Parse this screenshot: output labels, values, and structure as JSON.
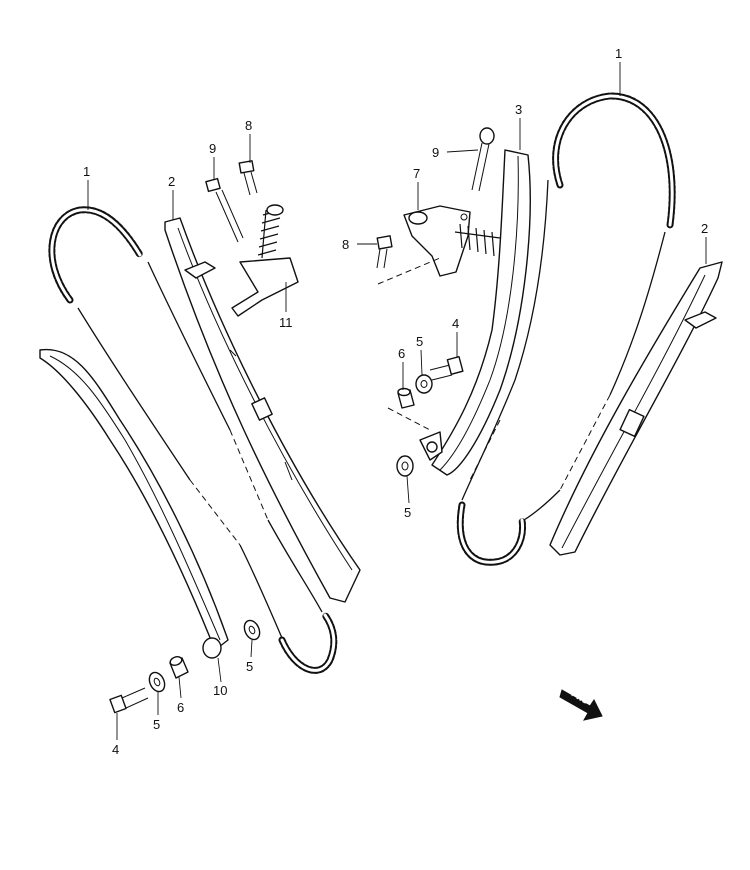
{
  "callouts": {
    "left_chain": "1",
    "left_rear_guide": "2",
    "left_bolt_9": "9",
    "left_bolt_8": "8",
    "left_tensioner_11": "11",
    "left_guide_cushion_10": "10",
    "left_washer_5_upper": "5",
    "left_bolt_4": "4",
    "left_washer_5_lower": "5",
    "left_spacer_6": "6",
    "right_chain": "1",
    "right_tensioner_guide_3": "3",
    "right_bolt_9": "9",
    "right_adjuster_7": "7",
    "right_bolt_8": "8",
    "right_rear_guide": "2",
    "right_bolt_4": "4",
    "right_washer_5_upper": "5",
    "right_spacer_6": "6",
    "right_washer_5_lower": "5"
  },
  "fwd_label": "FWD",
  "colors": {
    "ink": "#111111",
    "paper": "#ffffff"
  }
}
